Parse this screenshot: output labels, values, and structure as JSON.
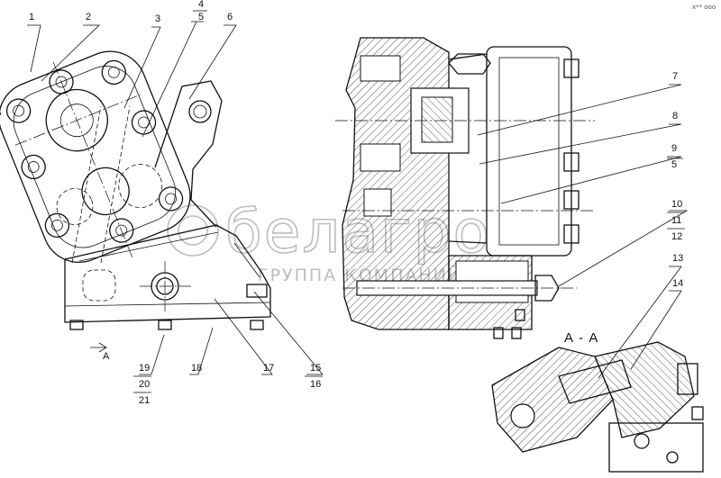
{
  "corner_mark": "x** ooo",
  "watermark": {
    "brand": "белагро",
    "tagline": "ГРУППА КОМПАНИЙ"
  },
  "section": {
    "view_label": "A",
    "title": "А - А"
  },
  "callouts": [
    {
      "id": "c1",
      "text": "1"
    },
    {
      "id": "c2",
      "text": "2"
    },
    {
      "id": "c3",
      "text": "3"
    },
    {
      "id": "c4",
      "text": "4"
    },
    {
      "id": "c5a",
      "text": "5"
    },
    {
      "id": "c6",
      "text": "6"
    },
    {
      "id": "c7",
      "text": "7"
    },
    {
      "id": "c8",
      "text": "8"
    },
    {
      "id": "c9",
      "text": "9"
    },
    {
      "id": "c5b",
      "text": "5"
    },
    {
      "id": "c10",
      "text": "10"
    },
    {
      "id": "c11",
      "text": "11"
    },
    {
      "id": "c12",
      "text": "12"
    },
    {
      "id": "c13",
      "text": "13"
    },
    {
      "id": "c14",
      "text": "14"
    },
    {
      "id": "c15",
      "text": "15"
    },
    {
      "id": "c16",
      "text": "16"
    },
    {
      "id": "c17",
      "text": "17"
    },
    {
      "id": "c18",
      "text": "18"
    },
    {
      "id": "c19",
      "text": "19"
    },
    {
      "id": "c20",
      "text": "20"
    },
    {
      "id": "c21",
      "text": "21"
    }
  ]
}
